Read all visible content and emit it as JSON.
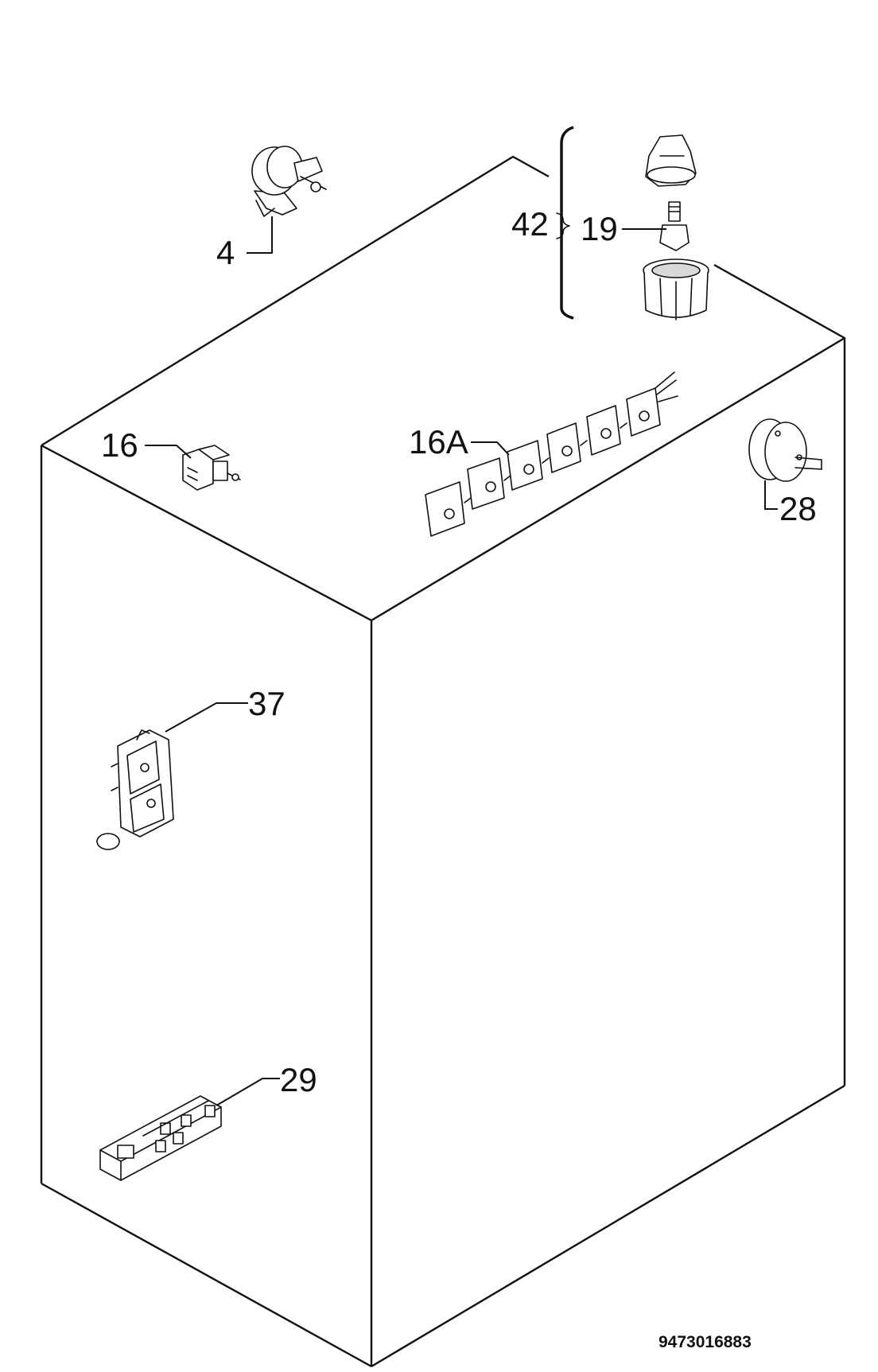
{
  "labels": {
    "part_4": "4",
    "part_42": "42",
    "part_19": "19",
    "part_16": "16",
    "part_16a": "16A",
    "part_28": "28",
    "part_37": "37",
    "part_29": "29"
  },
  "drawing_code": "9473016883"
}
